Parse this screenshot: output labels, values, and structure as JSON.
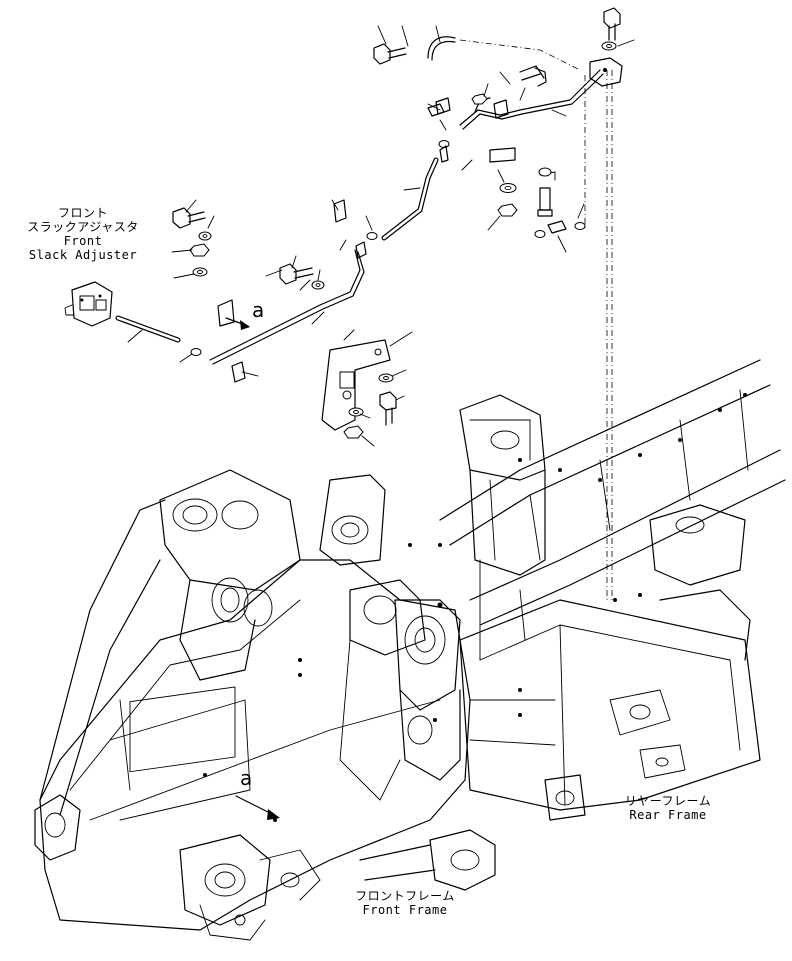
{
  "labels": {
    "front_slack_adjuster": {
      "jp_line1": "フロント",
      "jp_line2": "スラックアジャスタ",
      "en_line1": "Front",
      "en_line2": "Slack Adjuster"
    },
    "rear_frame": {
      "jp": "リヤーフレーム",
      "en": "Rear Frame"
    },
    "front_frame": {
      "jp": "フロントフレーム",
      "en": "Front Frame"
    },
    "view_ref_upper": "a",
    "view_ref_lower": "a"
  },
  "icons": [
    "bolt-icon",
    "washer-icon",
    "nut-icon",
    "hose-icon",
    "clamp-icon",
    "bracket-icon",
    "o-ring-icon"
  ],
  "colors": {
    "line": "#000000",
    "background": "#ffffff"
  }
}
